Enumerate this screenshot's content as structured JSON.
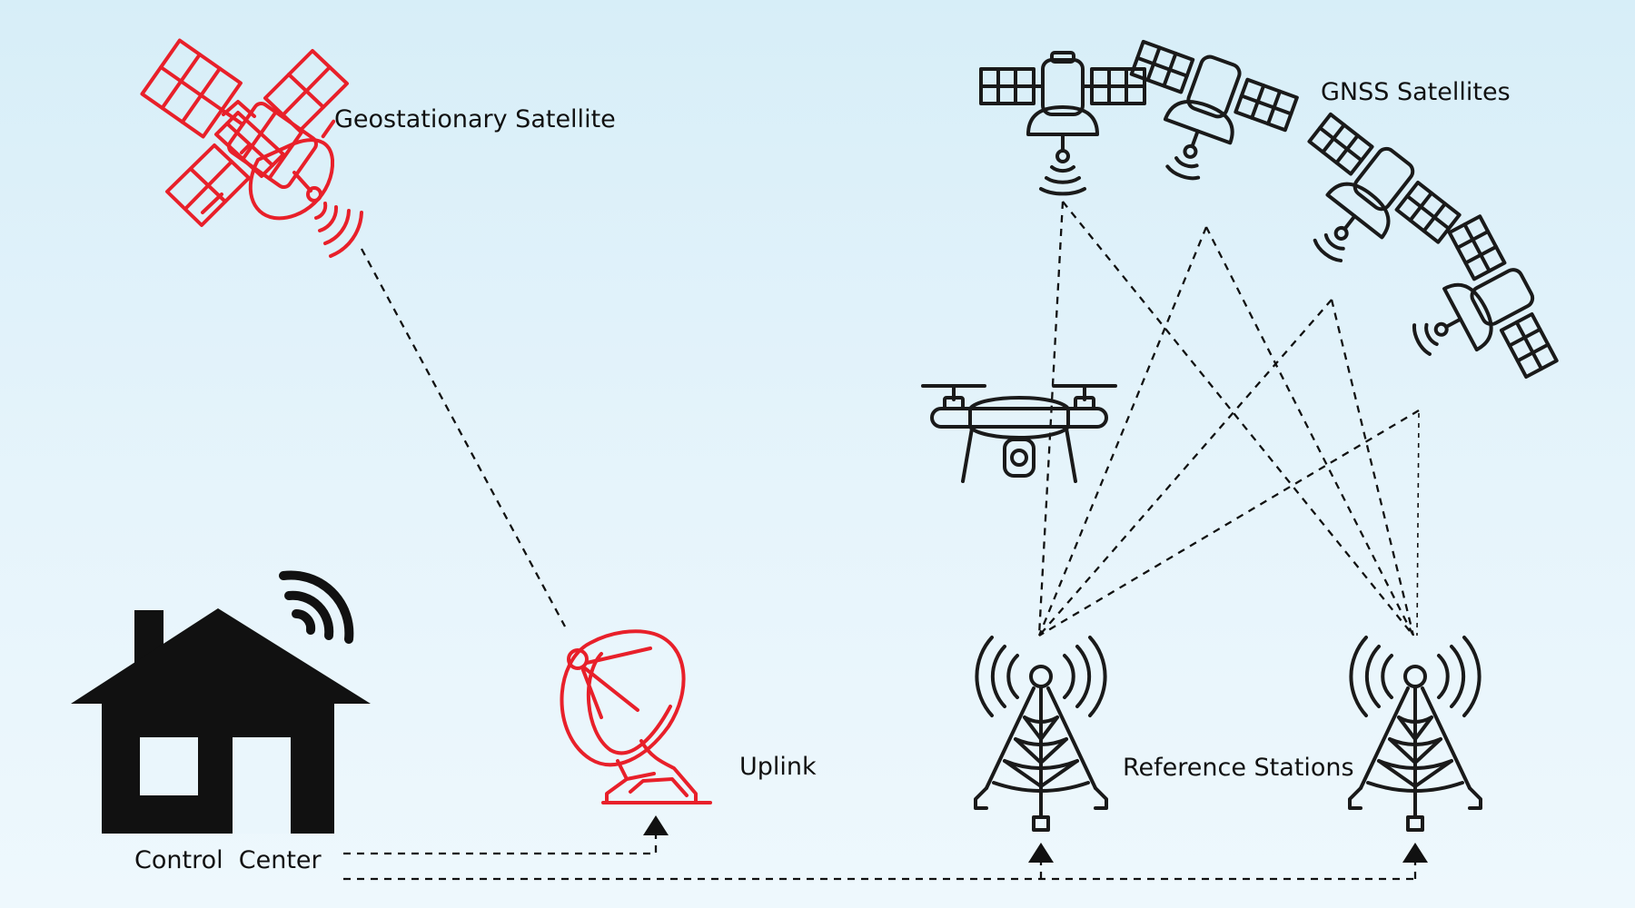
{
  "labels": {
    "geostationary_satellite": "Geostationary Satellite",
    "gnss_satellites": "GNSS Satellites",
    "uplink": "Uplink",
    "reference_stations": "Reference Stations",
    "control_center": "Control  Center"
  },
  "colors": {
    "accent_red": "#e8202a",
    "line_dark": "#111111",
    "background_top": "#d7eef8",
    "background_bottom": "#eef8fd"
  },
  "icons": [
    "geostationary-satellite-icon",
    "gnss-satellite-icon",
    "drone-icon",
    "satellite-dish-icon",
    "radio-tower-icon",
    "house-icon",
    "wifi-signal-icon",
    "arrow-up-icon"
  ]
}
